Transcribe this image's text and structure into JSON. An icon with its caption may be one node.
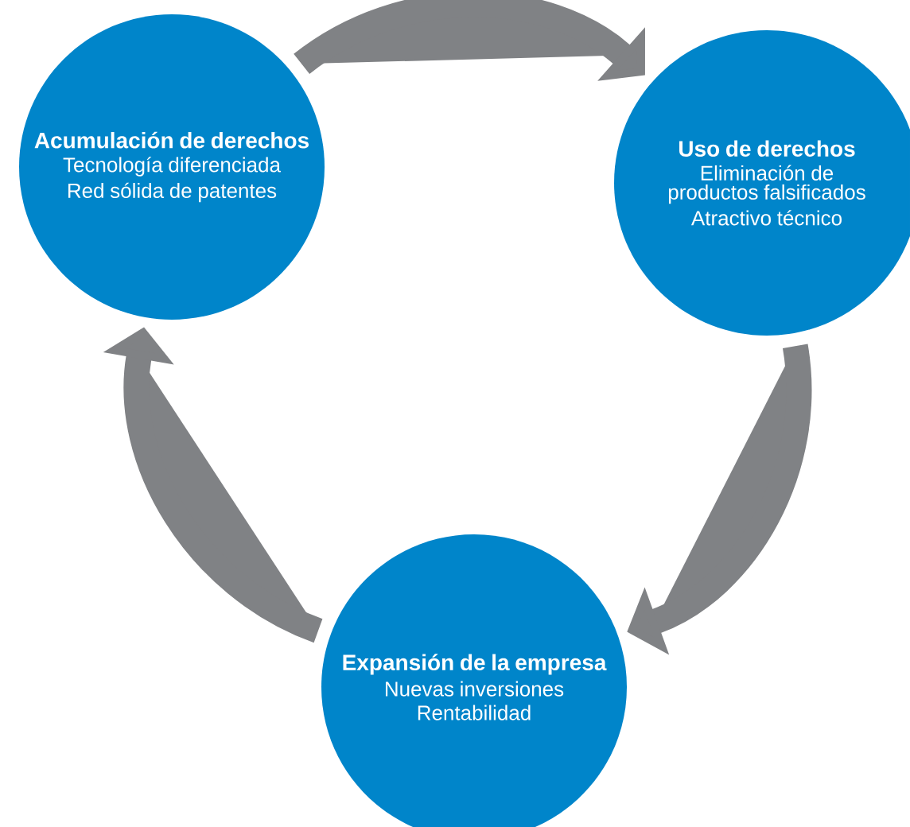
{
  "diagram": {
    "nodes": [
      {
        "text": [
          "Acumulación de derechos",
          "Tecnología diferenciada",
          "Red sólida de patentes"
        ]
      },
      {
        "text": [
          "Uso de derechos",
          "Eliminación de productos falsificados",
          "Atractivo técnico"
        ]
      },
      {
        "text": [
          "Expansión de la empresa",
          "Nuevas inversiones",
          "Rentabilidad"
        ]
      }
    ],
    "edges": [
      {
        "from": 0,
        "to": 1,
        "arrow": "to"
      },
      {
        "from": 1,
        "to": 2,
        "arrow": "to"
      },
      {
        "from": 2,
        "to": 0,
        "arrow": "to"
      }
    ]
  }
}
